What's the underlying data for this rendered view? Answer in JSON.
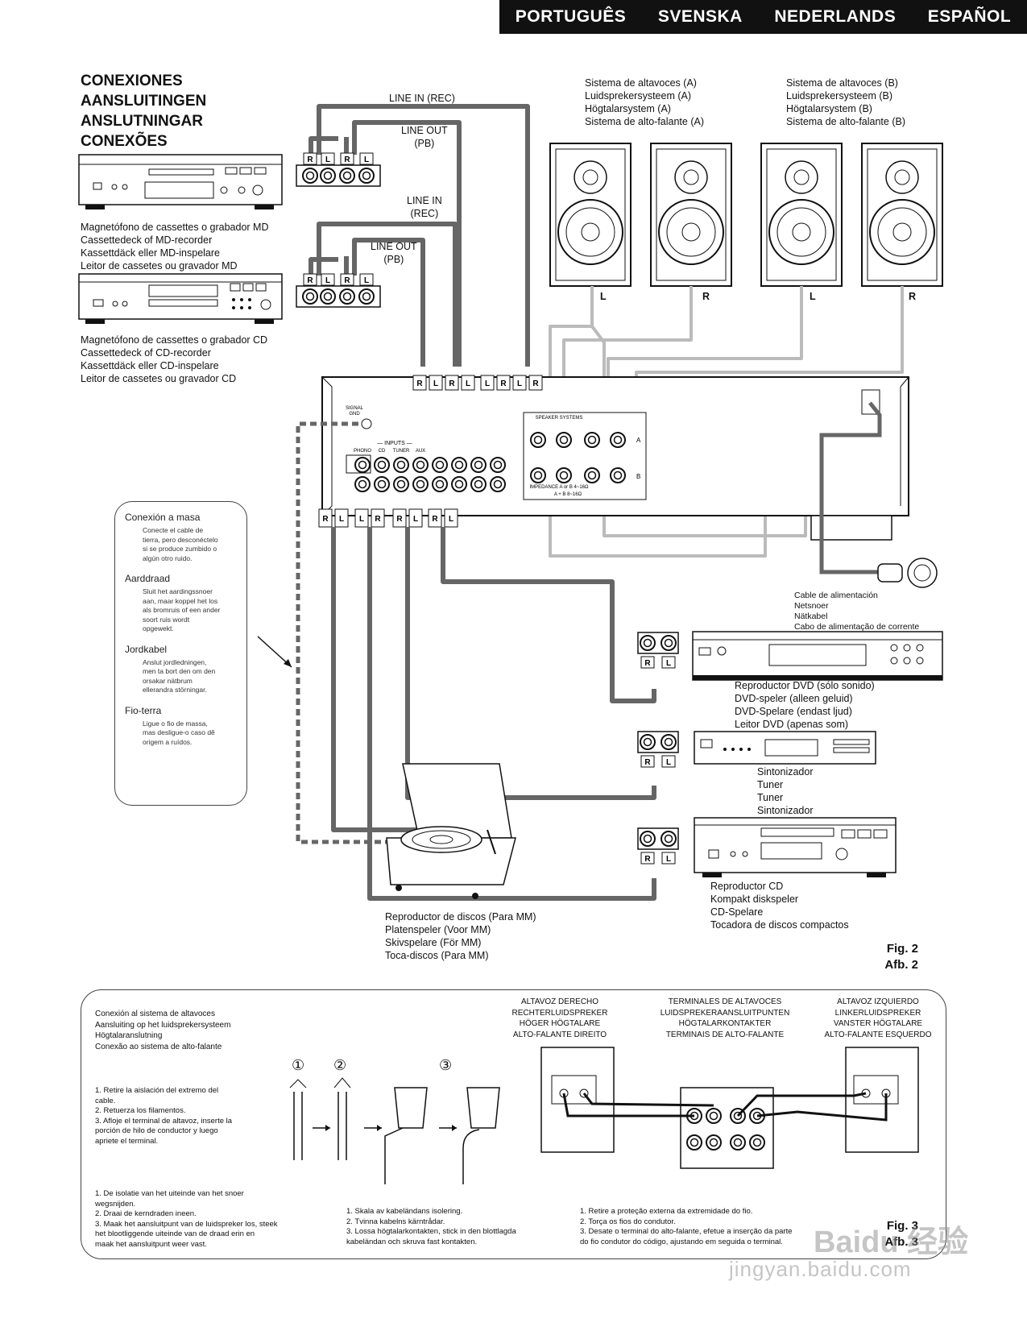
{
  "languages": [
    "PORTUGUÊS",
    "SVENSKA",
    "NEDERLANDS",
    "ESPAÑOL"
  ],
  "heading": [
    "CONEXIONES",
    "AANSLUITINGEN",
    "ANSLUTNINGAR",
    "CONEXÕES"
  ],
  "devices": {
    "md": [
      "Magnetófono de cassettes o grabador MD",
      "Cassettedeck of MD-recorder",
      "Kassettdäck eller MD-inspelare",
      "Leitor de cassetes ou gravador MD"
    ],
    "cd_rec": [
      "Magnetófono de cassettes o grabador CD",
      "Cassettedeck of CD-recorder",
      "Kassettdäck eller CD-inspelare",
      "Leitor de cassetes ou gravador CD"
    ],
    "power": [
      "Cable de alimentación",
      "Netsnoer",
      "Nätkabel",
      "Cabo de alimentação de corrente"
    ],
    "dvd": [
      "Reproductor DVD (sólo sonido)",
      "DVD-speler (alleen geluid)",
      "DVD-Spelare (endast ljud)",
      "Leitor DVD (apenas som)"
    ],
    "tuner": [
      "Sintonizador",
      "Tuner",
      "Tuner",
      "Sintonizador"
    ],
    "cd": [
      "Reproductor CD",
      "Kompakt diskspeler",
      "CD-Spelare",
      "Tocadora de discos compactos"
    ],
    "turntable": [
      "Reproductor de discos (Para MM)",
      "Platenspeler (Voor MM)",
      "Skivspelare (För MM)",
      "Toca-discos (Para MM)"
    ]
  },
  "speakers": {
    "a": [
      "Sistema de altavoces (A)",
      "Luidsprekersysteem (A)",
      "Högtalarsystem (A)",
      "Sistema de alto-falante (A)"
    ],
    "b": [
      "Sistema de altavoces (B)",
      "Luidsprekersysteem (B)",
      "Högtalarsystem (B)",
      "Sistema de alto-falante (B)"
    ],
    "channels": [
      "L",
      "R",
      "L",
      "R"
    ]
  },
  "line_labels": {
    "line_in_1": "LINE IN (REC)",
    "line_out_1": [
      "LINE OUT",
      "(PB)"
    ],
    "line_in_2": [
      "LINE IN",
      "(REC)"
    ],
    "line_out_2": [
      "LINE OUT",
      "(PB)"
    ]
  },
  "ground": [
    {
      "title": "Conexión a masa",
      "body": [
        "Conecte el cable de",
        "tierra, pero desconéctelo",
        "si se produce zumbido o",
        "algún otro ruido."
      ]
    },
    {
      "title": "Aarddraad",
      "body": [
        "Sluit het aardingssnoer",
        "aan, maar koppel het los",
        "als bromruis of een ander",
        "soort ruis wordt",
        "opgewekt."
      ]
    },
    {
      "title": "Jordkabel",
      "body": [
        "Anslut jordledningen,",
        "men ta bort den om den",
        "orsakar nätbrum",
        "ellerandra störningar."
      ]
    },
    {
      "title": "Fio-terra",
      "body": [
        "Ligue o fio de massa,",
        "mas desligue-o caso dê",
        "origem a ruídos."
      ]
    }
  ],
  "fig2": [
    "Fig. 2",
    "Afb. 2"
  ],
  "fig3": [
    "Fig. 3",
    "Afb. 3"
  ],
  "panel": {
    "title": [
      "Conexión al sistema de altavoces",
      "Aansluiting op het luidsprekersysteem",
      "Högtalaranslutning",
      "Conexão ao sistema de alto-falante"
    ],
    "steps_num": [
      "①",
      "②",
      "③"
    ],
    "es": [
      "1. Retire la aislación del extremo del",
      "    cable.",
      "2. Retuerza los filamentos.",
      "3. Afloje el terminal de altavoz, inserte la",
      "    porción de hilo de conductor y luego",
      "    apriete el terminal."
    ],
    "nl": [
      "1. De isolatie van het uiteinde van het snoer",
      "    wegsnijden.",
      "2. Draai de kerndraden ineen.",
      "3. Maak het aansluitpunt van de luidspreker los, steek",
      "    het blootliggende uiteinde van de draad erin en",
      "    maak het aansluitpunt weer vast."
    ],
    "sv": [
      "1. Skala av kabeländans isolering.",
      "2. Tvinna kabelns kärntrådar.",
      "3. Lossa högtalarkontakten, stick in den blottlagda",
      "    kabeländan och skruva fast kontakten."
    ],
    "pt": [
      "1. Retire a proteção externa da extremidade do fio.",
      "2. Torça os fios do condutor.",
      "3. Desate o terminal do alto-falante, efetue a inserção da parte",
      "    do fio condutor do código, ajustando em seguida o terminal."
    ],
    "right_speaker": [
      "ALTAVOZ DERECHO",
      "RECHTERLUIDSPREKER",
      "HÖGER HÖGTALARE",
      "ALTO-FALANTE DIREITO"
    ],
    "terminals": [
      "TERMINALES DE ALTAVOCES",
      "LUIDSPREKERAANSLUITPUNTEN",
      "HÖGTALARKONTAKTER",
      "TERMINAIS DE ALTO-FALANTE"
    ],
    "left_speaker": [
      "ALTAVOZ IZQUIERDO",
      "LINKERLUIDSPREKER",
      "VANSTER HÖGTALARE",
      "ALTO-FALANTE ESQUERDO"
    ]
  },
  "watermark": [
    "Baidu 经验",
    "jingyan.baidu.com"
  ]
}
